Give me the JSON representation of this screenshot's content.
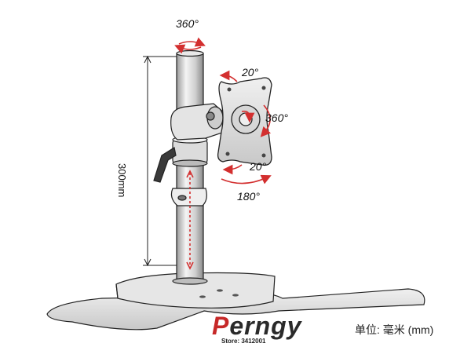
{
  "labels": {
    "top_rotation": "360°",
    "tilt_up": "20°",
    "swivel": "360°",
    "tilt_down": "20°",
    "pan": "180°",
    "height": "300mm"
  },
  "brand": {
    "first_letter": "P",
    "rest": "erngy",
    "store": "Store: 3412001"
  },
  "unit_note": "单位: 毫米 (mm)",
  "colors": {
    "arrow": "#d32f2f",
    "line": "#222222",
    "metal": "#d9d9d9"
  }
}
